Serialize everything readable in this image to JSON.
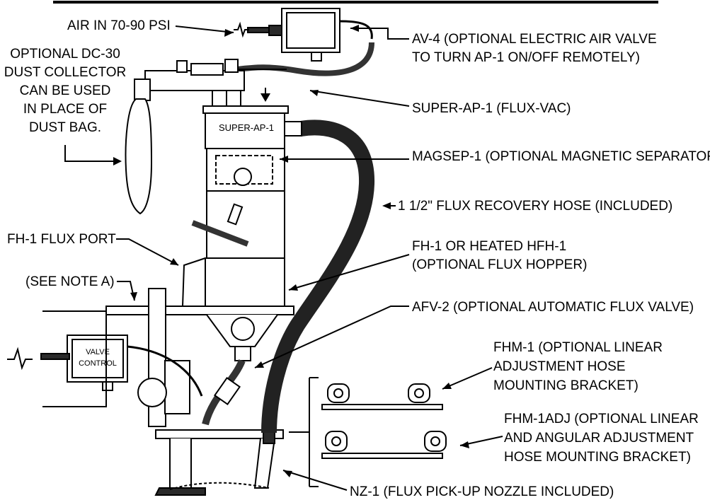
{
  "labels": {
    "air_in": "AIR IN 70-90 PSI",
    "dc30": [
      "OPTIONAL DC-30",
      "DUST COLLECTOR",
      "CAN BE USED",
      "IN PLACE OF",
      "DUST BAG."
    ],
    "av4": [
      "AV-4 (OPTIONAL ELECTRIC AIR VALVE",
      "TO TURN AP-1 ON/OFF REMOTELY)"
    ],
    "super_ap1": "SUPER-AP-1 (FLUX-VAC)",
    "magsep": "MAGSEP-1 (OPTIONAL MAGNETIC SEPARATOR)",
    "hose": "1 1/2\" FLUX RECOVERY HOSE (INCLUDED)",
    "fh1_port": "FH-1 FLUX PORT",
    "fh1_hopper": [
      "FH-1 OR HEATED HFH-1",
      "(OPTIONAL FLUX HOPPER)"
    ],
    "note_a": "(SEE NOTE A)",
    "afv2": "AFV-2 (OPTIONAL AUTOMATIC FLUX VALVE)",
    "fhm1": [
      "FHM-1 (OPTIONAL LINEAR",
      "ADJUSTMENT HOSE",
      "MOUNTING BRACKET)"
    ],
    "fhm1adj": [
      "FHM-1ADJ (OPTIONAL LINEAR",
      "AND ANGULAR ADJUSTMENT",
      "HOSE MOUNTING BRACKET)"
    ],
    "nz1": "NZ-1 (FLUX PICK-UP NOZZLE INCLUDED)"
  },
  "device_text": {
    "super_ap1_plate": "SUPER-AP-1",
    "valve_control": [
      "VALVE",
      "CONTROL"
    ]
  }
}
